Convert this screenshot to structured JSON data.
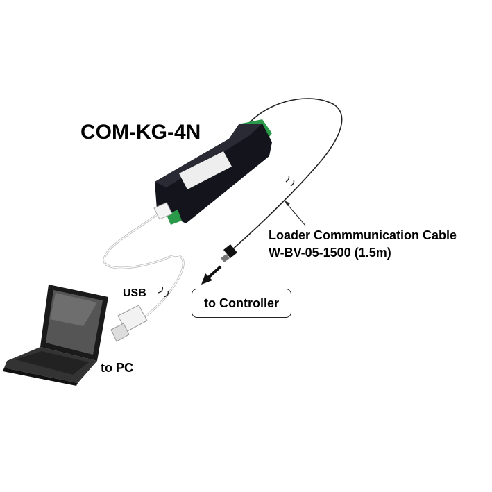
{
  "device_name": "COM-KG-4N",
  "usb_label": "USB",
  "pc_label": "to PC",
  "controller_label": "to Controller",
  "cable": {
    "line1": "Loader Commmunication Cable",
    "line2": "W-BV-05-1500 (1.5m)"
  }
}
